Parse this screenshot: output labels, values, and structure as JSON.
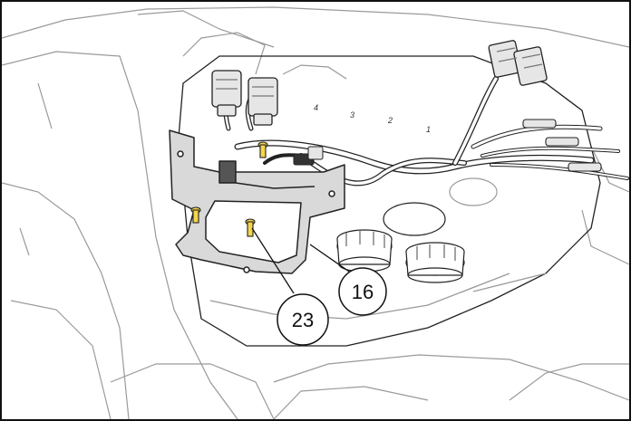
{
  "callouts": {
    "bracket": {
      "number": "16"
    },
    "screw": {
      "number": "23"
    }
  },
  "panel_digits": [
    "4",
    "3",
    "2",
    "1"
  ],
  "colors": {
    "line": "#222222",
    "light_line": "#9a9a9a",
    "bracket_fill": "#d9d9d9",
    "screw_fill": "#f3d64a",
    "connector_fill": "#e6e6e6"
  }
}
